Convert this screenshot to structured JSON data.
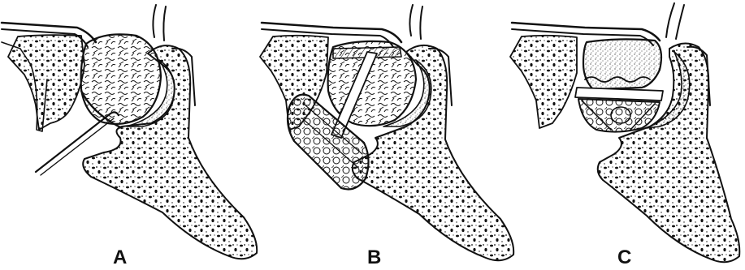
{
  "figure": {
    "panels": [
      {
        "id": "a",
        "label": "A"
      },
      {
        "id": "b",
        "label": "B"
      },
      {
        "id": "c",
        "label": "C"
      }
    ],
    "colors": {
      "ink": "#111111",
      "paper": "#ffffff"
    }
  }
}
